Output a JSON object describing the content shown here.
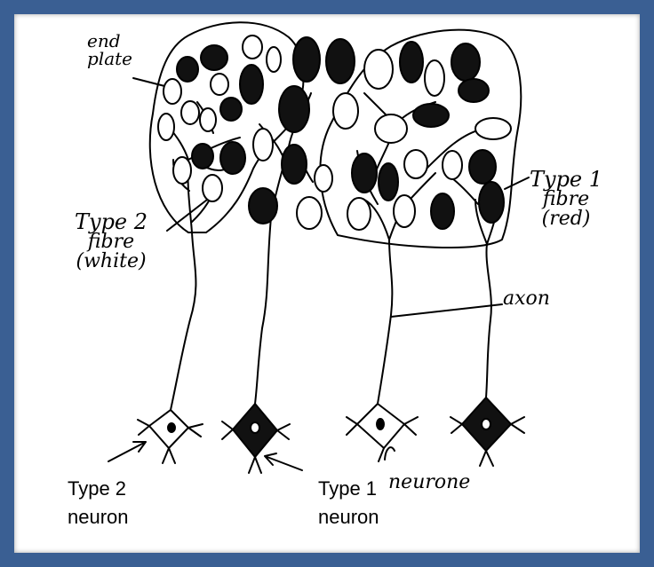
{
  "frame": {
    "border_color": "#3a5f93"
  },
  "labels": {
    "end_plate": [
      "end",
      "plate"
    ],
    "type2_fibre": [
      "Type 2",
      "fibre",
      "(white)"
    ],
    "type1_fibre": [
      "Type 1",
      "fibre",
      "(red)"
    ],
    "axon": "axon",
    "neurone": "neurone",
    "type2_neuron": [
      "Type 2",
      "neuron"
    ],
    "type1_neuron": [
      "Type 1",
      "neuron"
    ]
  }
}
